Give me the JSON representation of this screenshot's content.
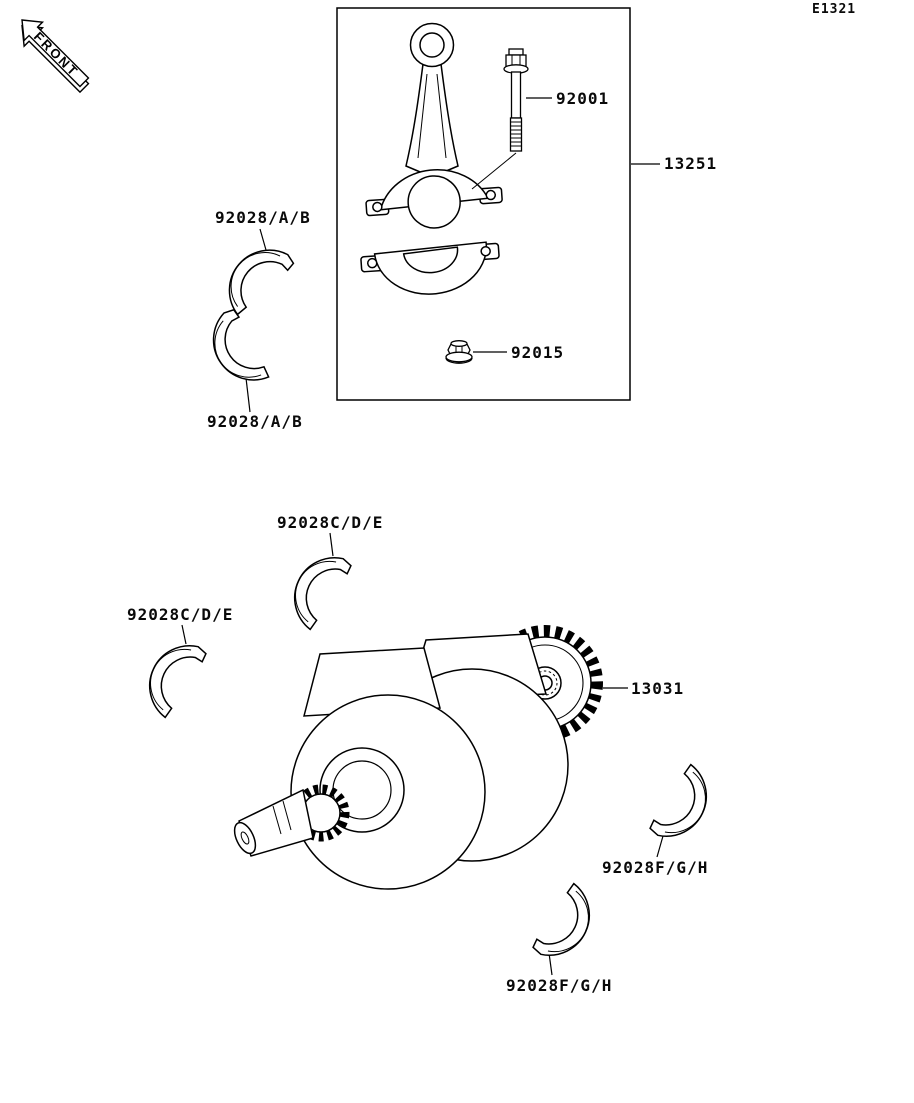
{
  "page": {
    "code": "E1321",
    "front_label": "FRONT"
  },
  "labels": {
    "bolt": "92001",
    "rod_assembly": "13251",
    "nut": "92015",
    "bearing_ab_upper": "92028/A/B",
    "bearing_ab_lower": "92028/A/B",
    "bearing_cde_upper": "92028C/D/E",
    "bearing_cde_left": "92028C/D/E",
    "primary_gear": "13031",
    "bearing_fgh_right": "92028F/G/H",
    "bearing_fgh_lower": "92028F/G/H"
  }
}
